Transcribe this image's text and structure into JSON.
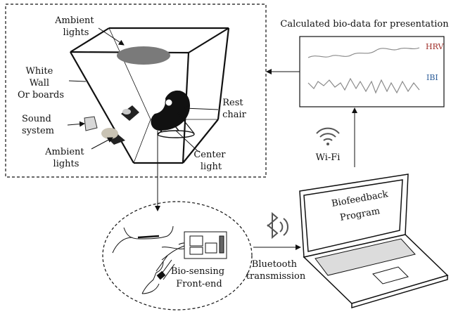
{
  "room_labels": {
    "ambient_top_1": "Ambient",
    "ambient_top_2": "lights",
    "white_wall_1": "White",
    "white_wall_2": "Wall",
    "white_wall_3": "Or boards",
    "sound_1": "Sound",
    "sound_2": "system",
    "ambient_bottom_1": "Ambient",
    "ambient_bottom_2": "lights",
    "rest_chair_1": "Rest",
    "rest_chair_2": "chair",
    "center_light_1": "Center",
    "center_light_2": "light"
  },
  "presentation": {
    "title": "Calculated bio-data for presentation",
    "hrv": "HRV",
    "ibi": "IBI"
  },
  "wifi_label": "Wi-Fi",
  "laptop_screen": {
    "line1": "Biofeedback",
    "line2": "Program"
  },
  "bluetooth": {
    "line1": "Bluetooth",
    "line2": "transmission"
  },
  "sensing": {
    "line1": "Bio-sensing",
    "line2": "Front-end"
  },
  "colors": {
    "hrv": "#a0302a",
    "ibi": "#2f5f9a"
  }
}
